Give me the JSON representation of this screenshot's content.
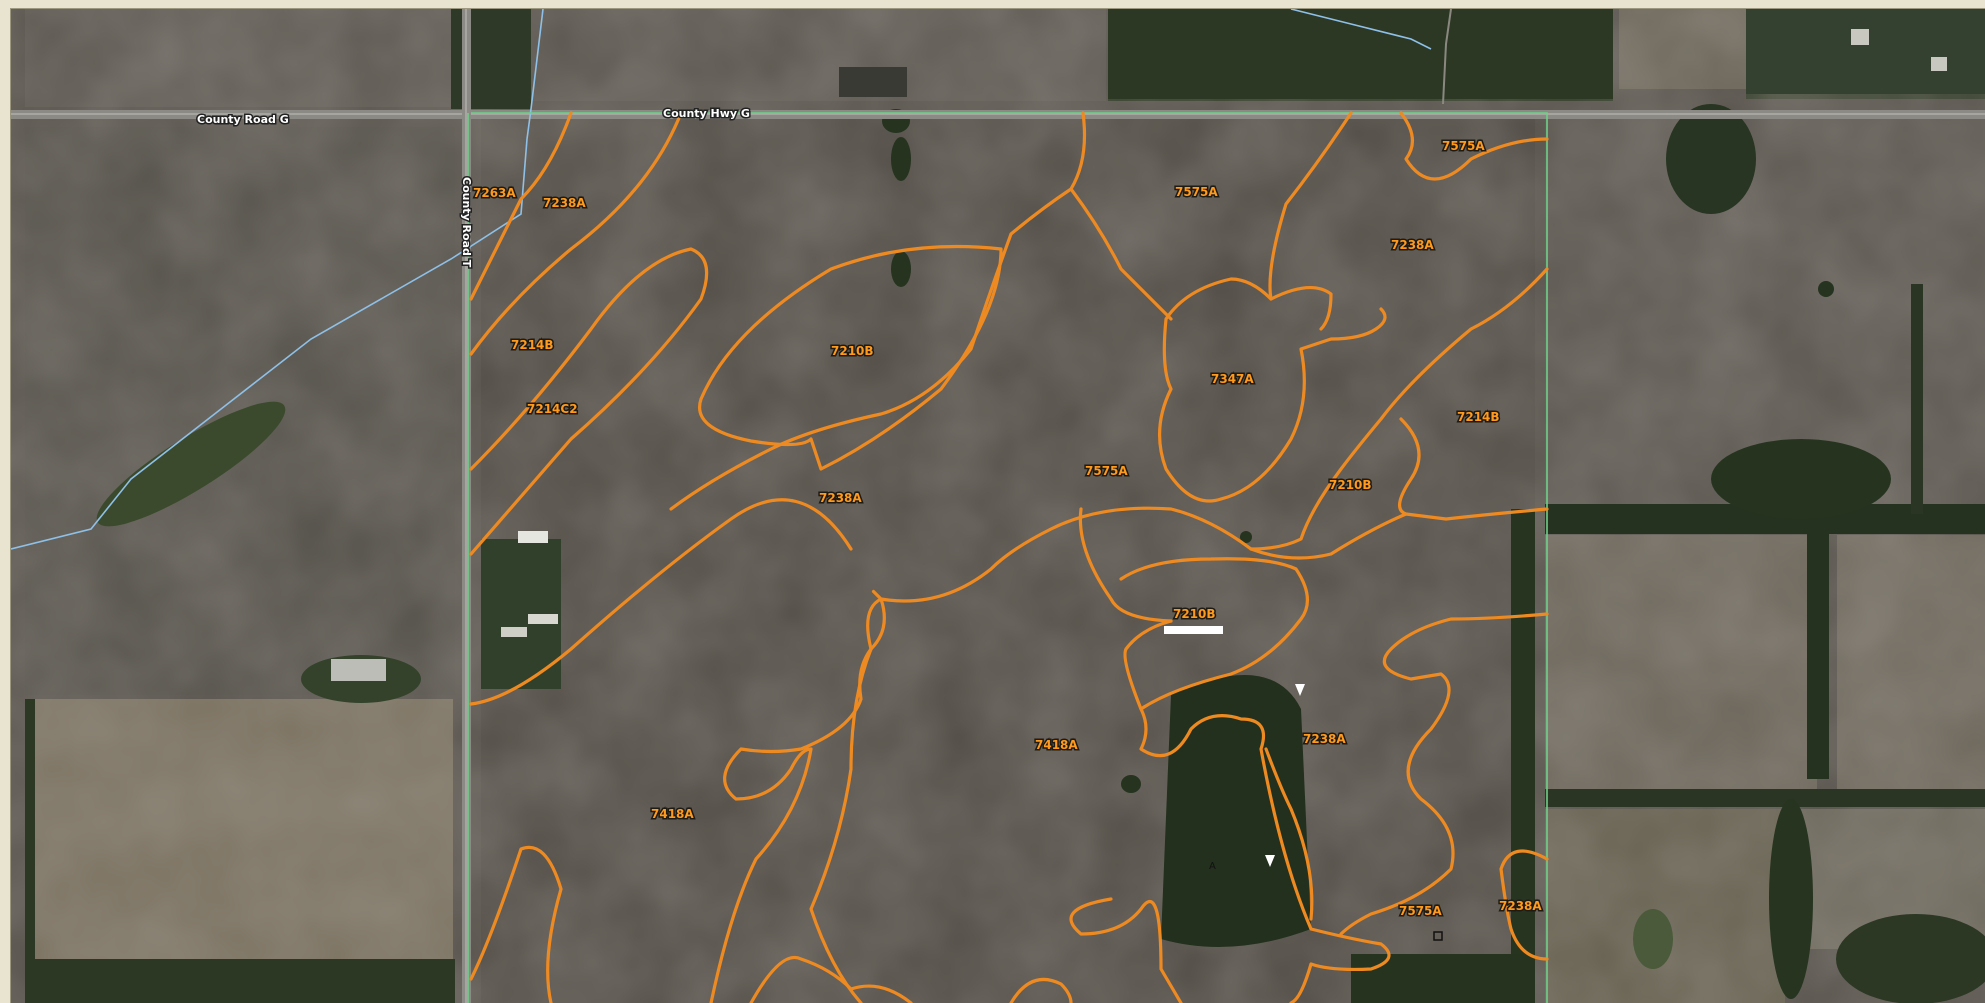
{
  "roads": {
    "county_road_g": "County Road G",
    "county_hwy_g": "County Hwy G",
    "county_road_t": "County Road T"
  },
  "soil_units": {
    "u7263A": "7263A",
    "u7238A_nw": "7238A",
    "u7214B_w": "7214B",
    "u7214C2": "7214C2",
    "u7210B_nw": "7210B",
    "u7238A_w": "7238A",
    "u7575A_n": "7575A",
    "u7575A_ne": "7575A",
    "u7238A_ne": "7238A",
    "u7347A": "7347A",
    "u7214B_e": "7214B",
    "u7575A_c": "7575A",
    "u7210B_e": "7210B",
    "u7210B_c": "7210B",
    "u7238A_c": "7238A",
    "u7418A_c": "7418A",
    "u7418A_sw": "7418A",
    "u7575A_s": "7575A",
    "u7238A_se": "7238A"
  },
  "colors": {
    "soil_boundary": "#ee8a22",
    "soil_label": "#ff9a1e",
    "stream": "#8ec0e8",
    "parcel_boundary": "#6fd08a"
  },
  "icons": [
    "spot-symbol-icon",
    "triangle-marker-icon",
    "scale-bar"
  ]
}
